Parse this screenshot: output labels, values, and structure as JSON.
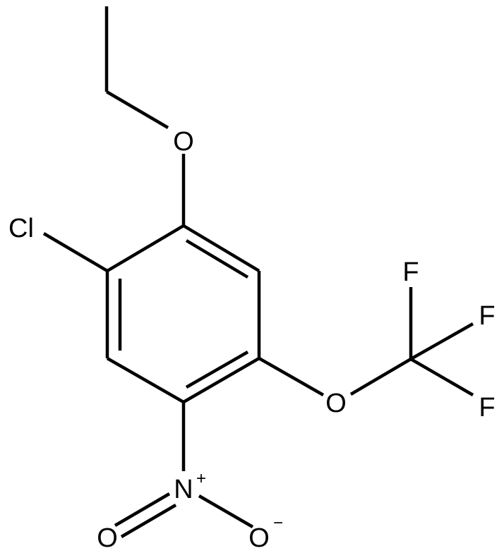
{
  "molecule": {
    "atoms": {
      "ethoxy_oxygen": "O",
      "chlorine": "Cl",
      "nitro_nitrogen": "N",
      "nitro_n_charge": "+",
      "nitro_oxygen_double": "O",
      "nitro_oxygen_single": "O",
      "nitro_o_charge": "−",
      "ether_oxygen": "O",
      "fluorine_top": "F",
      "fluorine_middle": "F",
      "fluorine_bottom": "F"
    },
    "colors": {
      "bond": "#000000",
      "label": "#000000",
      "background": "#ffffff"
    }
  }
}
